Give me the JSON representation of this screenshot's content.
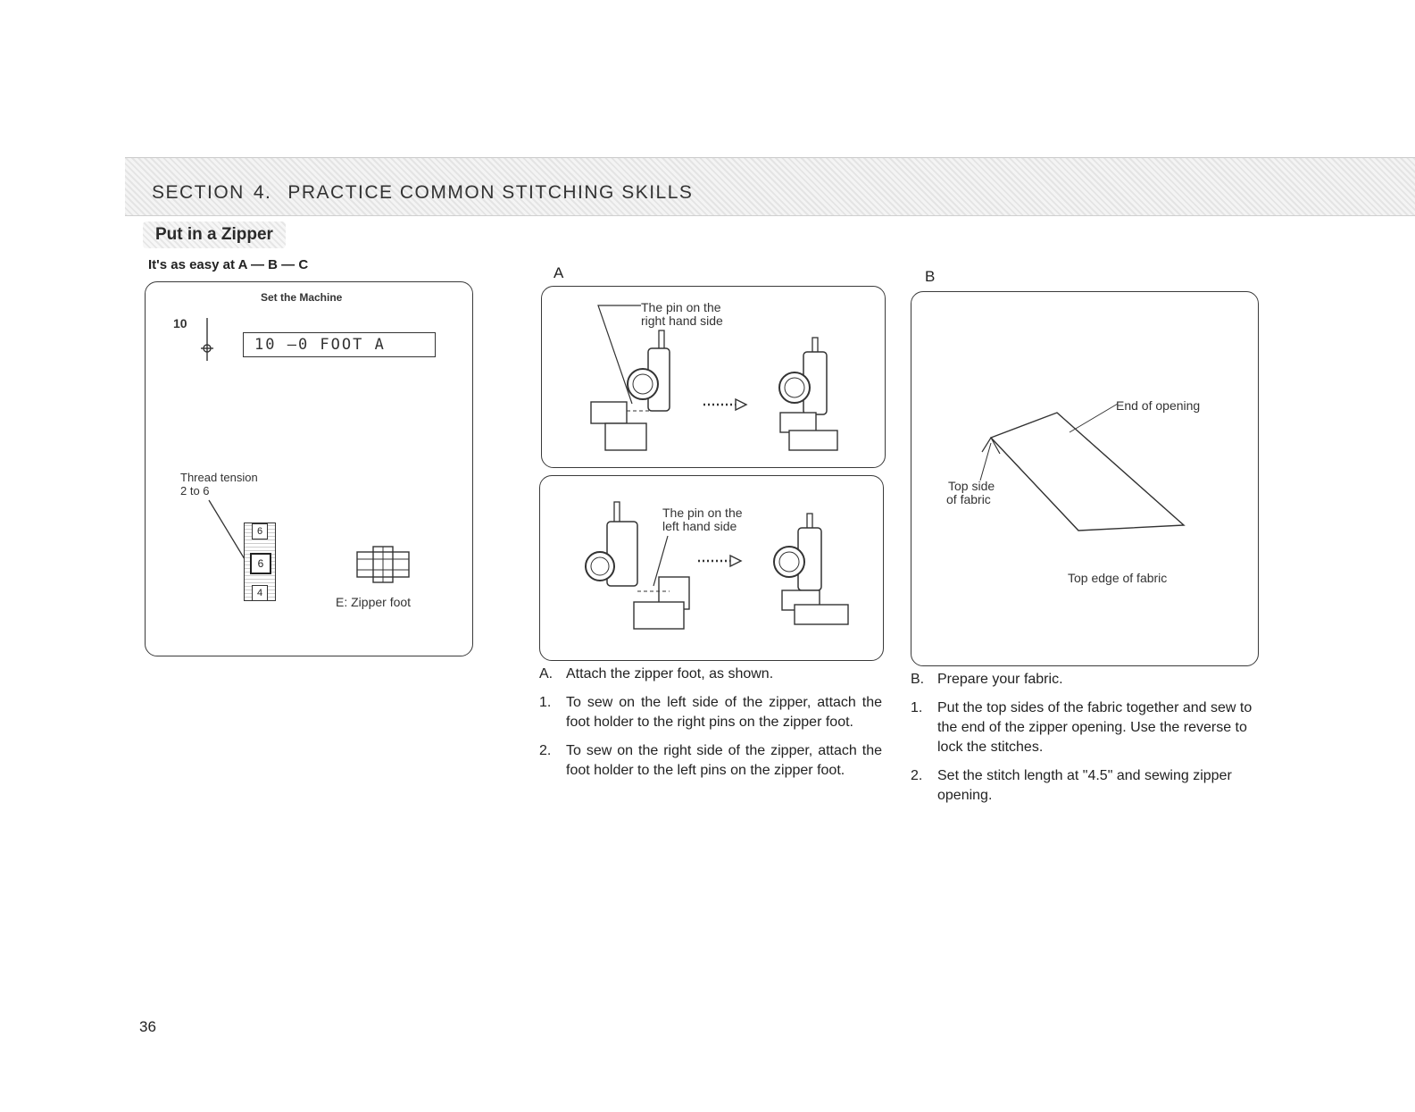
{
  "section": {
    "label": "SECTION",
    "number": "4.",
    "title": "PRACTICE COMMON STITCHING SKILLS"
  },
  "topic": "Put in a Zipper",
  "subtitle": "It's as easy at A — B — C",
  "setup": {
    "heading": "Set the Machine",
    "stitch_number": "10",
    "lcd_display": "10 —0 FOOT A",
    "tension_label": "Thread tension",
    "tension_range": "2 to 6",
    "dial_values": [
      "6",
      "6",
      "4"
    ],
    "foot_caption": "E: Zipper foot"
  },
  "panel_a": {
    "label": "A",
    "top_caption_line1": "The pin on the",
    "top_caption_line2": "right hand side",
    "bottom_caption_line1": "The pin on the",
    "bottom_caption_line2": "left hand side"
  },
  "panel_b": {
    "label": "B",
    "end_label": "End of opening",
    "top_side_line1": "Top side",
    "top_side_line2": "of fabric",
    "top_edge_label": "Top edge of fabric"
  },
  "instructions_a": {
    "heading_idx": "A.",
    "heading": "Attach the zipper foot, as shown.",
    "items": [
      {
        "idx": "1.",
        "text": "To sew on the left side of the zipper, attach the foot holder to the right pins on the zipper foot."
      },
      {
        "idx": "2.",
        "text": "To sew on the right side of the zipper, attach the foot holder to the left pins on the zipper foot."
      }
    ]
  },
  "instructions_b": {
    "heading_idx": "B.",
    "heading": "Prepare your fabric.",
    "items": [
      {
        "idx": "1.",
        "text": "Put the top sides of the fabric together and sew to the end of the zipper opening. Use the reverse to lock the stitches."
      },
      {
        "idx": "2.",
        "text": "Set the stitch length at \"4.5\" and sewing zipper opening."
      }
    ]
  },
  "page_number": "36"
}
